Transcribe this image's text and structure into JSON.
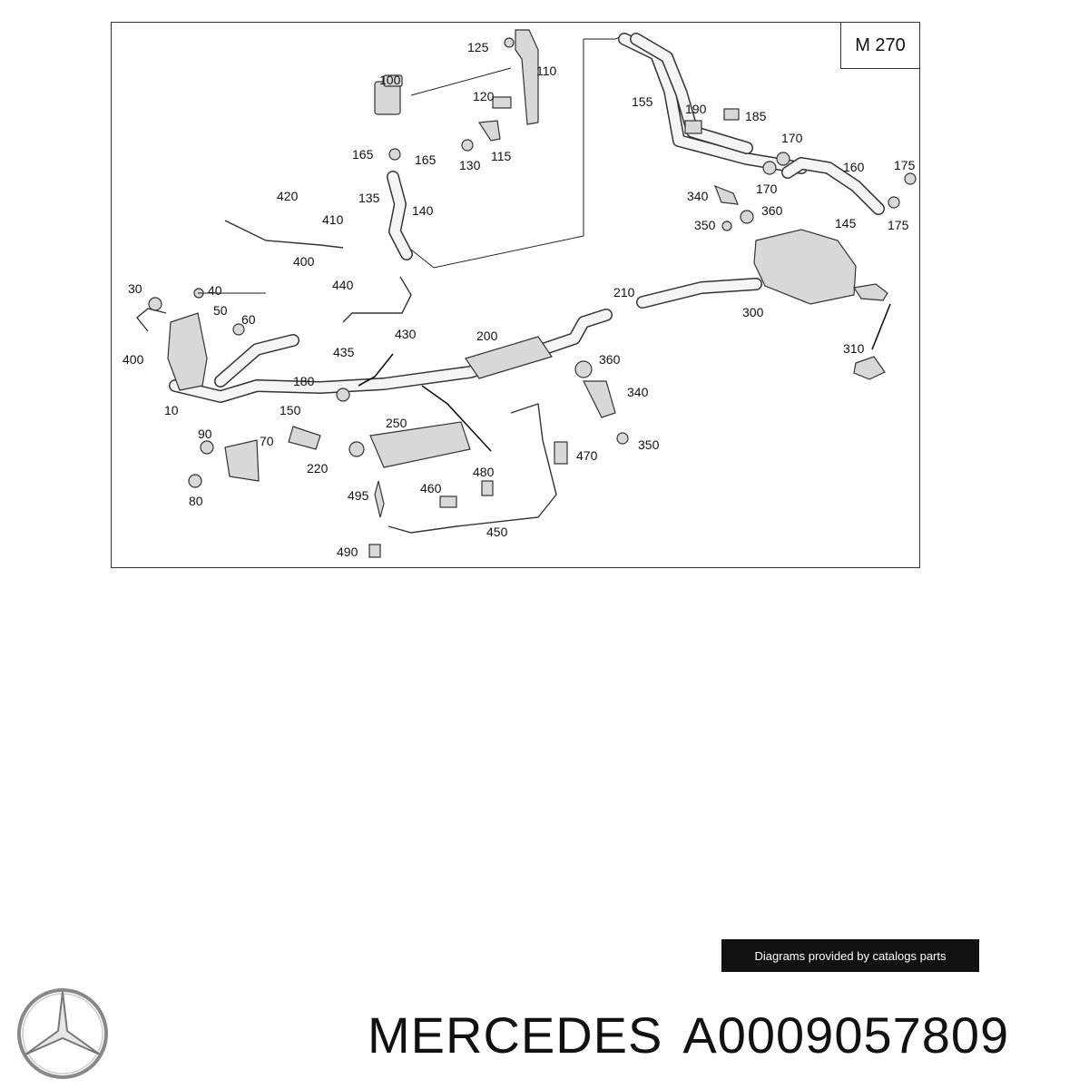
{
  "diagram": {
    "model": "M 270",
    "labels": [
      "125",
      "110",
      "100",
      "120",
      "155",
      "190",
      "185",
      "165",
      "165",
      "130",
      "115",
      "170",
      "160",
      "175",
      "135",
      "140",
      "170",
      "420",
      "340",
      "360",
      "410",
      "350",
      "145",
      "175",
      "400",
      "210",
      "300",
      "440",
      "30",
      "40",
      "50",
      "60",
      "430",
      "200",
      "400",
      "435",
      "360",
      "310",
      "180",
      "340",
      "10",
      "150",
      "250",
      "350",
      "90",
      "70",
      "470",
      "480",
      "220",
      "460",
      "80",
      "495",
      "450",
      "490"
    ]
  },
  "credit": "Diagrams provided by catalogs parts",
  "brand": {
    "name": "MERCEDES",
    "part_number": "A0009057809"
  },
  "icons": {
    "logo": "mercedes-star-icon"
  }
}
